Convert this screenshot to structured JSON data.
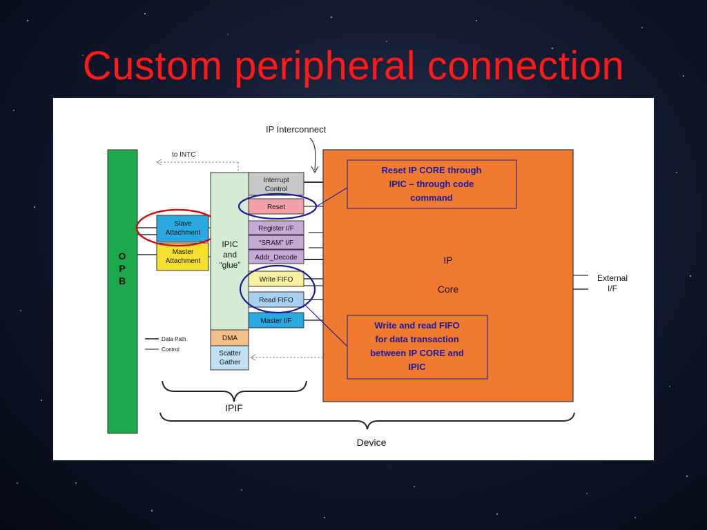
{
  "slide": {
    "title": "Custom peripheral connection"
  },
  "diagram": {
    "ip_interconnect": "IP Interconnect",
    "to_intc": "to INTC",
    "opb_letters": [
      "O",
      "P",
      "B"
    ],
    "slave_attachment": [
      "Slave",
      "Attachment"
    ],
    "master_attachment": [
      "Master",
      "Attachment"
    ],
    "ipic_glue": [
      "IPIC",
      "and",
      "“glue”"
    ],
    "interrupt_control": [
      "Interrupt",
      "Control"
    ],
    "reset": "Reset",
    "register_if": "Register I/F",
    "sram_if": "“SRAM” I/F",
    "addr_decode": "Addr_Decode",
    "write_fifo": "Write FIFO",
    "read_fifo": "Read FIFO",
    "master_if": "Master I/F",
    "dma": "DMA",
    "scatter_gather": [
      "Scatter",
      "Gather"
    ],
    "ip_core": [
      "IP",
      "Core"
    ],
    "external_if": [
      "External",
      "I/F"
    ],
    "legend_data_path": "Data Path",
    "legend_control": "Control",
    "ipif_label": "IPIF",
    "device_label": "Device",
    "callout_reset": [
      "Reset IP CORE through",
      "IPIC – through code",
      "command"
    ],
    "callout_fifo": [
      "Write and read FIFO",
      "for data transaction",
      "between IP CORE and",
      "IPIC"
    ]
  },
  "colors": {
    "title": "#ff1a1a",
    "opb_green": "#1aa84a",
    "ip_core_orange": "#f07a30",
    "slave_blue": "#2aa8e0",
    "master_yellow": "#f5e030",
    "ipic_green": "#d4ecd4",
    "reset_pink": "#f4a0a8",
    "purple_if": "#c8a8d8",
    "write_fifo_yellow": "#f8f0a0",
    "read_fifo_blue": "#a8d0f0",
    "dma_peach": "#f4c088",
    "scatter_blue": "#c0e0f4",
    "callout_text": "#1a1aa0",
    "highlight_red": "#d01010",
    "highlight_blue": "#1a1aa0"
  }
}
